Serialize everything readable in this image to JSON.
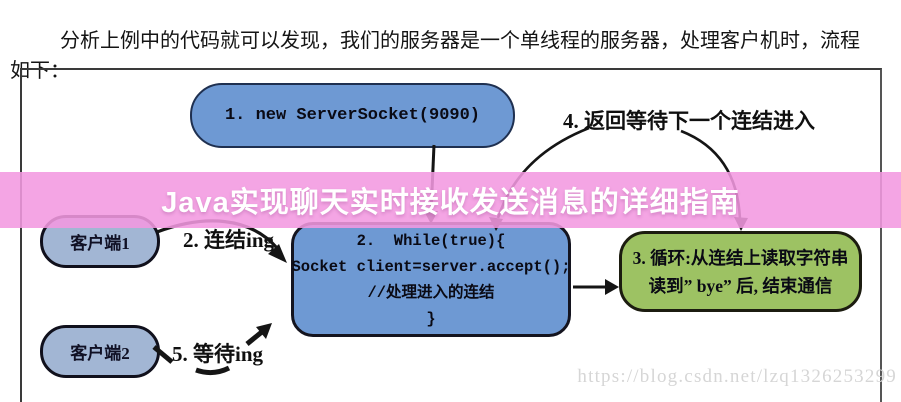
{
  "intro": {
    "paragraph": "分析上例中的代码就可以发现，我们的服务器是一个单线程的服务器，处理客户机时，流程如下："
  },
  "banner": {
    "title": "Java实现聊天实时接收发送消息的详细指南",
    "bg_color": "#f298e0",
    "text_color": "#ffffff"
  },
  "diagram": {
    "server_box": {
      "label": "1. new ServerSocket(9090)",
      "fill": "#6e99d3"
    },
    "while_box": {
      "line1": "2.  While(true){",
      "line2": "Socket client=server.accept();",
      "line3": "//处理进入的连结",
      "line4": "}",
      "fill": "#6e99d3"
    },
    "loop_box": {
      "line1": "3. 循环:从连结上读取字符串",
      "line2": "读到” bye” 后, 结束通信",
      "fill": "#9dc263"
    },
    "client1_box": {
      "label": "客户端1",
      "fill": "#a2b6d4"
    },
    "client2_box": {
      "label": "客户端2",
      "fill": "#a2b6d4"
    },
    "labels": {
      "connect": "2. 连结ing",
      "return_wait": "4. 返回等待下一个连结进入",
      "waiting": "5. 等待ing"
    }
  },
  "watermark": {
    "url_text": "https://blog.csdn.net/lzq1326253299"
  }
}
